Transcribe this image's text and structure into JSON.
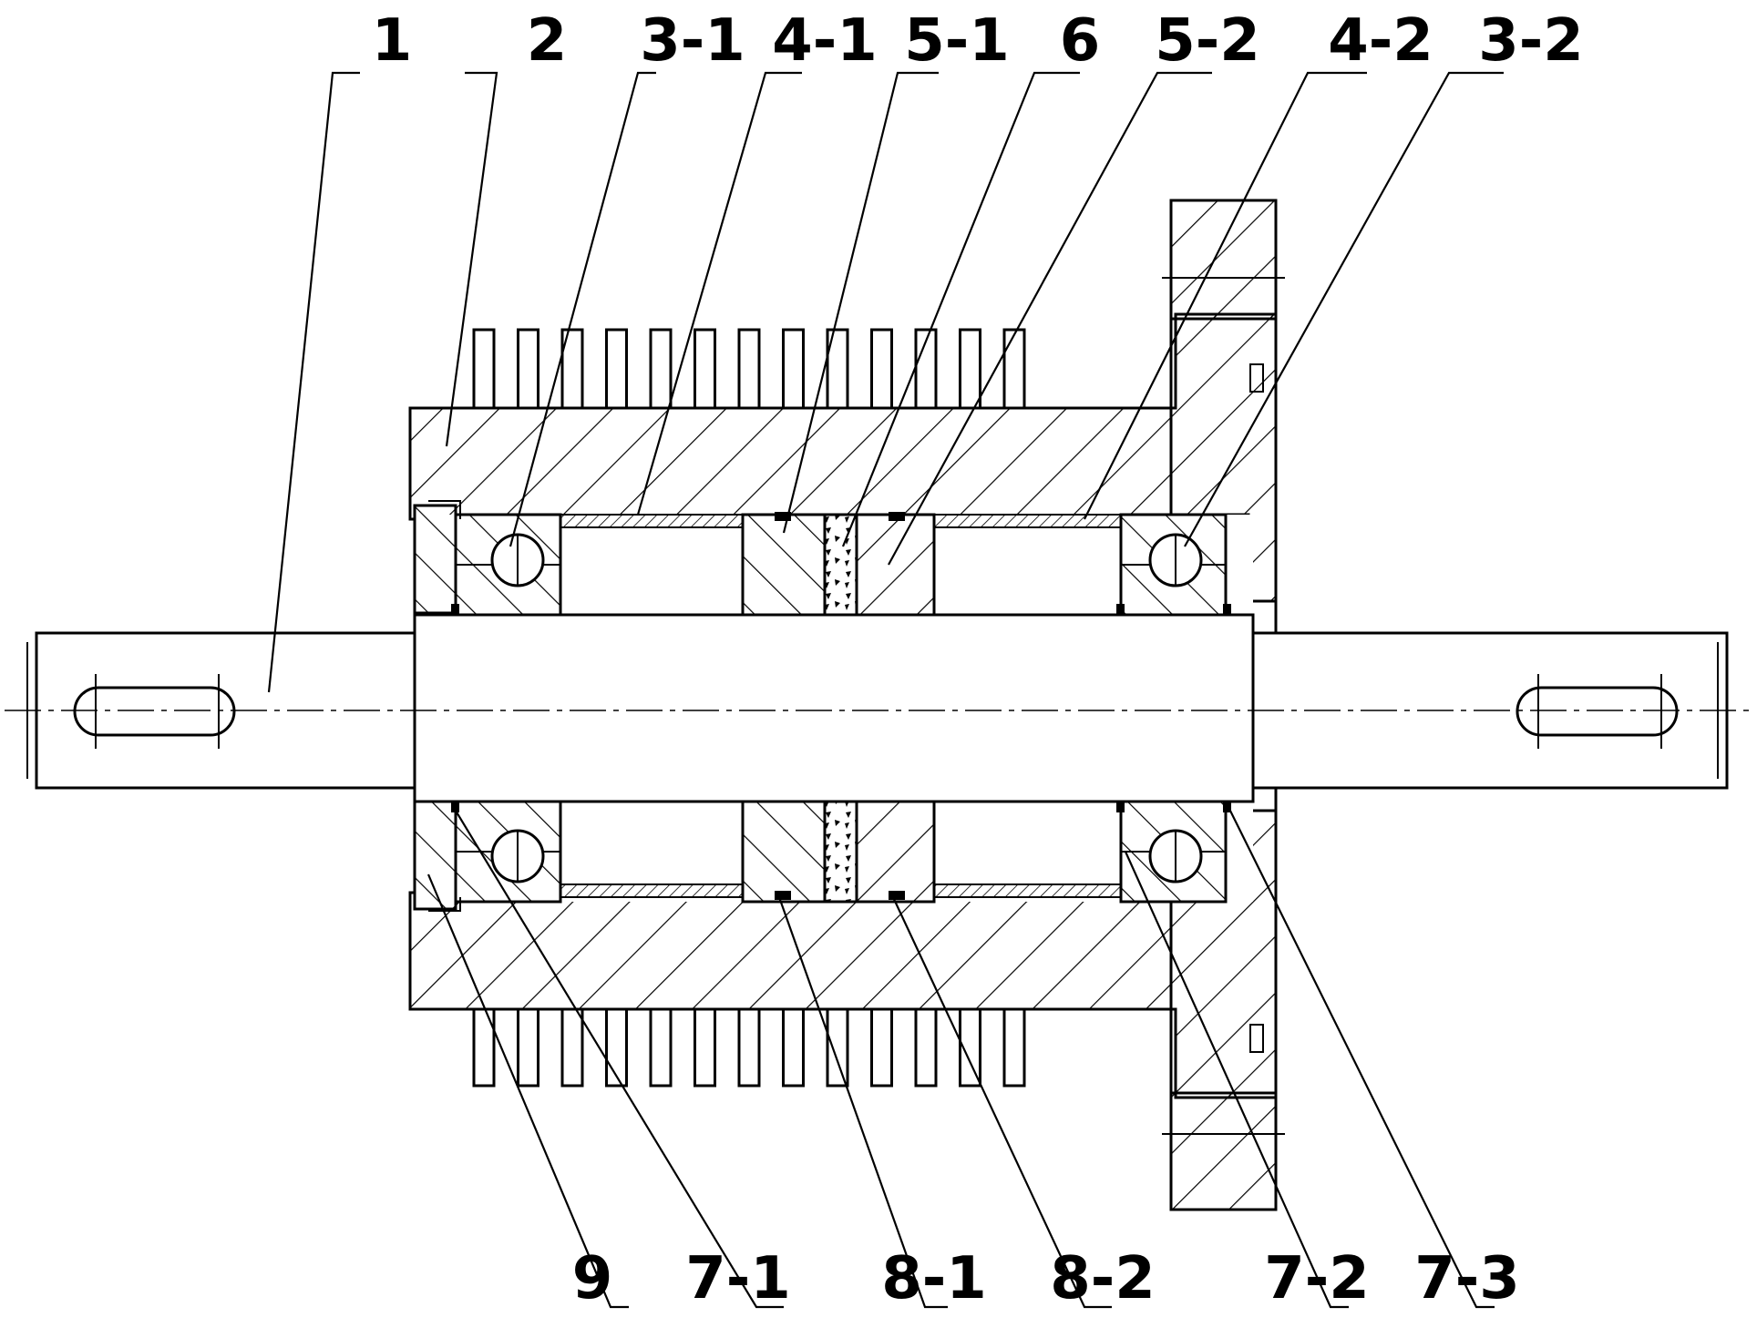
{
  "diagram": {
    "callouts_top": [
      "1",
      "2",
      "3-1",
      "4-1",
      "5-1",
      "6",
      "5-2",
      "4-2",
      "3-2"
    ],
    "callouts_bottom": [
      "9",
      "7-1",
      "8-1",
      "8-2",
      "7-2",
      "7-3"
    ]
  },
  "colors": {
    "line": "#000000",
    "background": "#ffffff"
  }
}
